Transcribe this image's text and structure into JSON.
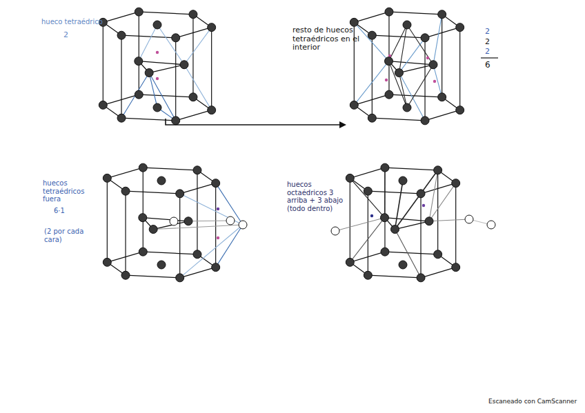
{
  "diagram": {
    "labels": [
      "hueco tetraédrico",
      "2",
      "resto de huecos tetraédricos en el interior",
      "2",
      "2",
      "2",
      "6",
      "huecos tetraédricos fuera",
      "6·1",
      "(2 por cada cara)",
      "huecos octaédricos 3 arriba + 3 abajo (todo dentro)",
      "Escaneado con CamScanner"
    ]
  }
}
